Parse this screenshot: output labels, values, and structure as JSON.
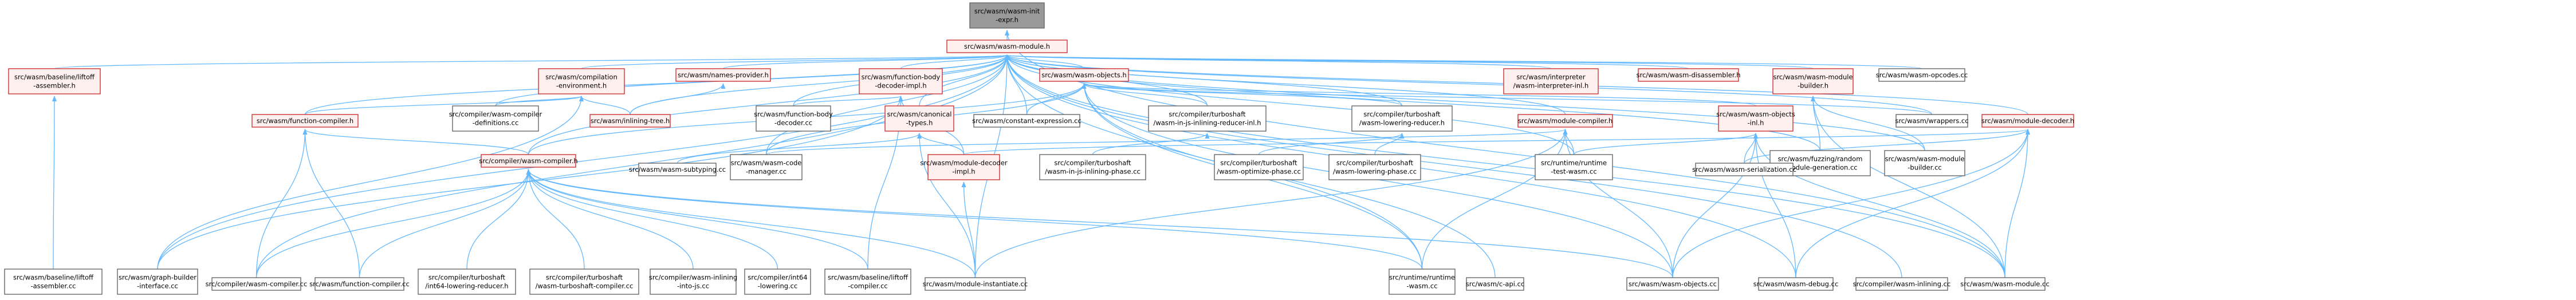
{
  "colors": {
    "edge": "#63B8FF",
    "arrowhead": "#63B8FF",
    "root_fill": "#999999",
    "root_stroke": "#666666",
    "header_fill": "#FFF0F0",
    "header_stroke": "#CC3333",
    "source_fill": "#FFFFFF",
    "source_stroke": "#666666",
    "text": "#000000"
  },
  "nodes": [
    {
      "id": "n0",
      "kind": "root",
      "lines": [
        "src/wasm/wasm-init",
        "-expr.h"
      ]
    },
    {
      "id": "n1",
      "kind": "header",
      "lines": [
        "src/wasm/wasm-module.h"
      ]
    },
    {
      "id": "n2",
      "kind": "header",
      "lines": [
        "src/wasm/baseline/liftoff",
        "-assembler.h"
      ]
    },
    {
      "id": "n3",
      "kind": "source",
      "lines": [
        "src/wasm/baseline/liftoff",
        "-assembler.cc"
      ]
    },
    {
      "id": "n4",
      "kind": "header",
      "lines": [
        "src/wasm/compilation",
        "-environment.h"
      ]
    },
    {
      "id": "n5",
      "kind": "header",
      "lines": [
        "src/wasm/names-provider.h"
      ]
    },
    {
      "id": "n6",
      "kind": "header",
      "lines": [
        "src/wasm/function-body",
        "-decoder-impl.h"
      ]
    },
    {
      "id": "n7",
      "kind": "header",
      "lines": [
        "src/wasm/wasm-objects.h"
      ]
    },
    {
      "id": "n8",
      "kind": "header",
      "lines": [
        "src/wasm/interpreter",
        "/wasm-interpreter-inl.h"
      ]
    },
    {
      "id": "n9",
      "kind": "header",
      "lines": [
        "src/wasm/wasm-disassembler.h"
      ]
    },
    {
      "id": "n10",
      "kind": "header",
      "lines": [
        "src/wasm/wasm-module",
        "-builder.h"
      ]
    },
    {
      "id": "n11",
      "kind": "source",
      "lines": [
        "src/wasm/wasm-opcodes.cc"
      ]
    },
    {
      "id": "n12",
      "kind": "header",
      "lines": [
        "src/wasm/function-compiler.h"
      ]
    },
    {
      "id": "n13",
      "kind": "source",
      "lines": [
        "src/compiler/wasm-compiler",
        "-definitions.cc"
      ]
    },
    {
      "id": "n14",
      "kind": "header",
      "lines": [
        "src/wasm/inlining-tree.h"
      ]
    },
    {
      "id": "n15",
      "kind": "source",
      "lines": [
        "src/wasm/function-body",
        "-decoder.cc"
      ]
    },
    {
      "id": "n16",
      "kind": "header",
      "lines": [
        "src/wasm/canonical",
        "-types.h"
      ]
    },
    {
      "id": "n17",
      "kind": "source",
      "lines": [
        "src/wasm/constant-expression.cc"
      ]
    },
    {
      "id": "n18",
      "kind": "source",
      "lines": [
        "src/compiler/turboshaft",
        "/wasm-in-js-inlining-reducer-inl.h"
      ]
    },
    {
      "id": "n19",
      "kind": "source",
      "lines": [
        "src/compiler/turboshaft",
        "/wasm-lowering-reducer.h"
      ]
    },
    {
      "id": "n20",
      "kind": "header",
      "lines": [
        "src/wasm/module-compiler.h"
      ]
    },
    {
      "id": "n21",
      "kind": "header",
      "lines": [
        "src/wasm/wasm-objects",
        "-inl.h"
      ]
    },
    {
      "id": "n22",
      "kind": "source",
      "lines": [
        "src/wasm/wrappers.cc"
      ]
    },
    {
      "id": "n23",
      "kind": "header",
      "lines": [
        "src/wasm/module-decoder.h"
      ]
    },
    {
      "id": "n24",
      "kind": "source",
      "lines": [
        "src/wasm/fuzzing/random",
        "-module-generation.cc"
      ]
    },
    {
      "id": "n25",
      "kind": "source",
      "lines": [
        "src/wasm/wasm-module",
        "-builder.cc"
      ]
    },
    {
      "id": "n26",
      "kind": "header",
      "lines": [
        "src/compiler/wasm-compiler.h"
      ]
    },
    {
      "id": "n27",
      "kind": "source",
      "lines": [
        "src/wasm/wasm-subtyping.cc"
      ]
    },
    {
      "id": "n28",
      "kind": "source",
      "lines": [
        "src/wasm/wasm-code",
        "-manager.cc"
      ]
    },
    {
      "id": "n29",
      "kind": "header",
      "lines": [
        "src/wasm/module-decoder",
        "-impl.h"
      ]
    },
    {
      "id": "n30",
      "kind": "source",
      "lines": [
        "src/compiler/turboshaft",
        "/wasm-in-js-inlining-phase.cc"
      ]
    },
    {
      "id": "n31",
      "kind": "source",
      "lines": [
        "src/compiler/turboshaft",
        "/wasm-optimize-phase.cc"
      ]
    },
    {
      "id": "n32",
      "kind": "source",
      "lines": [
        "src/compiler/turboshaft",
        "/wasm-lowering-phase.cc"
      ]
    },
    {
      "id": "n33",
      "kind": "source",
      "lines": [
        "src/runtime/runtime",
        "-test-wasm.cc"
      ]
    },
    {
      "id": "n34",
      "kind": "source",
      "lines": [
        "src/wasm/wasm-serialization.cc"
      ]
    },
    {
      "id": "n35",
      "kind": "source",
      "lines": [
        "src/wasm/baseline/liftoff",
        "-assembler.cc"
      ]
    },
    {
      "id": "n36",
      "kind": "source",
      "lines": [
        "src/wasm/graph-builder",
        "-interface.cc"
      ]
    },
    {
      "id": "n37",
      "kind": "source",
      "lines": [
        "src/compiler/wasm-compiler.cc"
      ]
    },
    {
      "id": "n38",
      "kind": "source",
      "lines": [
        "src/wasm/function-compiler.cc"
      ]
    },
    {
      "id": "n39",
      "kind": "source",
      "lines": [
        "src/compiler/turboshaft",
        "/int64-lowering-reducer.h"
      ]
    },
    {
      "id": "n40",
      "kind": "source",
      "lines": [
        "src/compiler/turboshaft",
        "/wasm-turboshaft-compiler.cc"
      ]
    },
    {
      "id": "n41",
      "kind": "source",
      "lines": [
        "src/compiler/wasm-inlining",
        "-into-js.cc"
      ]
    },
    {
      "id": "n42",
      "kind": "source",
      "lines": [
        "src/compiler/int64",
        "-lowering.cc"
      ]
    },
    {
      "id": "n43",
      "kind": "source",
      "lines": [
        "src/wasm/baseline/liftoff",
        "-compiler.cc"
      ]
    },
    {
      "id": "n44",
      "kind": "source",
      "lines": [
        "src/wasm/module-instantiate.cc"
      ]
    },
    {
      "id": "n45",
      "kind": "source",
      "lines": [
        "src/runtime/runtime",
        "-wasm.cc"
      ]
    },
    {
      "id": "n46",
      "kind": "source",
      "lines": [
        "src/wasm/c-api.cc"
      ]
    },
    {
      "id": "n47",
      "kind": "source",
      "lines": [
        "src/wasm/wasm-objects.cc"
      ]
    },
    {
      "id": "n48",
      "kind": "source",
      "lines": [
        "src/wasm/wasm-debug.cc"
      ]
    },
    {
      "id": "n49",
      "kind": "source",
      "lines": [
        "src/compiler/wasm-inlining.cc"
      ]
    },
    {
      "id": "n50",
      "kind": "source",
      "lines": [
        "src/wasm/wasm-module.cc"
      ]
    }
  ],
  "edges": [
    [
      "n1",
      "n0"
    ],
    [
      "n50",
      "n0"
    ],
    [
      "n2",
      "n1"
    ],
    [
      "n4",
      "n1"
    ],
    [
      "n5",
      "n1"
    ],
    [
      "n6",
      "n1"
    ],
    [
      "n7",
      "n1"
    ],
    [
      "n8",
      "n1"
    ],
    [
      "n9",
      "n1"
    ],
    [
      "n10",
      "n1"
    ],
    [
      "n11",
      "n1"
    ],
    [
      "n12",
      "n1"
    ],
    [
      "n13",
      "n1"
    ],
    [
      "n14",
      "n1"
    ],
    [
      "n15",
      "n1"
    ],
    [
      "n16",
      "n1"
    ],
    [
      "n17",
      "n1"
    ],
    [
      "n18",
      "n1"
    ],
    [
      "n19",
      "n1"
    ],
    [
      "n20",
      "n1"
    ],
    [
      "n22",
      "n1"
    ],
    [
      "n23",
      "n1"
    ],
    [
      "n24",
      "n1"
    ],
    [
      "n25",
      "n1"
    ],
    [
      "n26",
      "n1"
    ],
    [
      "n28",
      "n1"
    ],
    [
      "n33",
      "n1"
    ],
    [
      "n36",
      "n1"
    ],
    [
      "n37",
      "n1"
    ],
    [
      "n44",
      "n1"
    ],
    [
      "n45",
      "n1"
    ],
    [
      "n48",
      "n1"
    ],
    [
      "n49",
      "n1"
    ],
    [
      "n50",
      "n1"
    ],
    [
      "n3",
      "n2"
    ],
    [
      "n12",
      "n4"
    ],
    [
      "n13",
      "n4"
    ],
    [
      "n14",
      "n4"
    ],
    [
      "n36",
      "n4"
    ],
    [
      "n14",
      "n5"
    ],
    [
      "n15",
      "n6"
    ],
    [
      "n29",
      "n6"
    ],
    [
      "n43",
      "n6"
    ],
    [
      "n36",
      "n6"
    ],
    [
      "n17",
      "n7"
    ],
    [
      "n18",
      "n7"
    ],
    [
      "n19",
      "n7"
    ],
    [
      "n21",
      "n7"
    ],
    [
      "n22",
      "n7"
    ],
    [
      "n26",
      "n7"
    ],
    [
      "n28",
      "n7"
    ],
    [
      "n45",
      "n7"
    ],
    [
      "n46",
      "n7"
    ],
    [
      "n47",
      "n7"
    ],
    [
      "n26",
      "n12"
    ],
    [
      "n37",
      "n12"
    ],
    [
      "n38",
      "n12"
    ],
    [
      "n27",
      "n16"
    ],
    [
      "n29",
      "n16"
    ],
    [
      "n44",
      "n16"
    ],
    [
      "n30",
      "n18"
    ],
    [
      "n31",
      "n19"
    ],
    [
      "n32",
      "n19"
    ],
    [
      "n28",
      "n20"
    ],
    [
      "n33",
      "n20"
    ],
    [
      "n44",
      "n20"
    ],
    [
      "n45",
      "n20"
    ],
    [
      "n47",
      "n20"
    ],
    [
      "n33",
      "n21"
    ],
    [
      "n34",
      "n21"
    ],
    [
      "n47",
      "n21"
    ],
    [
      "n48",
      "n21"
    ],
    [
      "n50",
      "n21"
    ],
    [
      "n24",
      "n10"
    ],
    [
      "n25",
      "n10"
    ],
    [
      "n50",
      "n10"
    ],
    [
      "n29",
      "n23"
    ],
    [
      "n34",
      "n23"
    ],
    [
      "n47",
      "n23"
    ],
    [
      "n48",
      "n23"
    ],
    [
      "n50",
      "n23"
    ],
    [
      "n37",
      "n26"
    ],
    [
      "n38",
      "n26"
    ],
    [
      "n39",
      "n26"
    ],
    [
      "n40",
      "n26"
    ],
    [
      "n41",
      "n26"
    ],
    [
      "n42",
      "n26"
    ],
    [
      "n43",
      "n26"
    ],
    [
      "n44",
      "n26"
    ],
    [
      "n45",
      "n26"
    ],
    [
      "n47",
      "n26"
    ],
    [
      "n44",
      "n29"
    ]
  ]
}
